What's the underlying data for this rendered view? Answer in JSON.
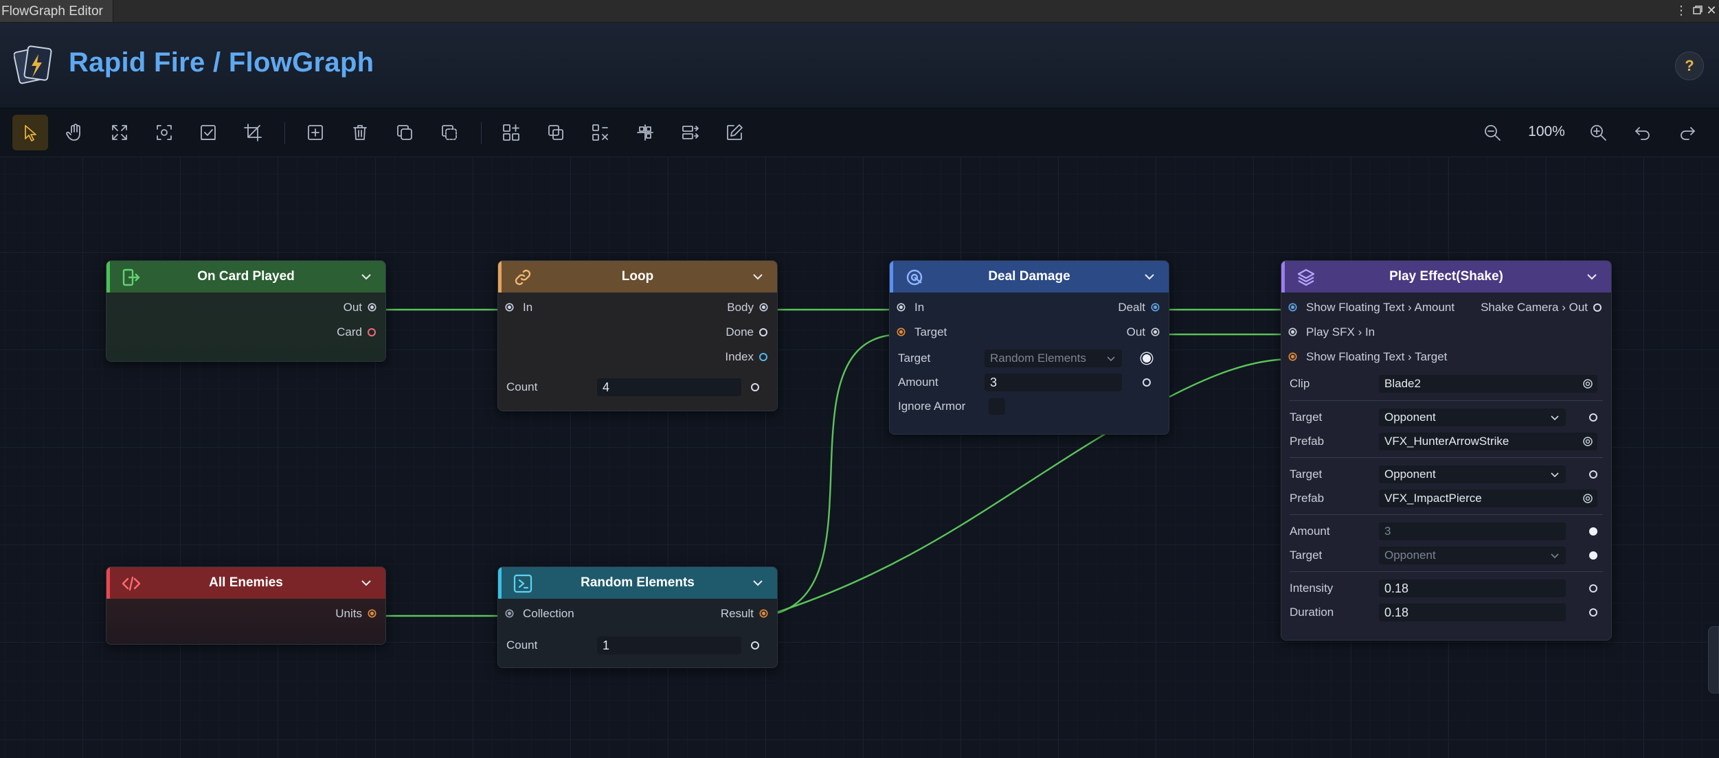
{
  "window": {
    "tab_title": "FlowGraph Editor",
    "menu_icon": "more-vert-icon",
    "restore_icon": "restore-icon",
    "close_icon": "close-icon"
  },
  "header": {
    "title": "Rapid Fire / FlowGraph",
    "help_label": "?"
  },
  "toolbar": {
    "zoom_level": "100%",
    "tools": [
      "select-icon",
      "hand-pan-icon",
      "fit-view-icon",
      "focus-icon",
      "checklist-icon",
      "crop-icon",
      "add-node-icon",
      "delete-icon",
      "duplicate-icon",
      "copy-icon",
      "group-icon",
      "ungroup-icon",
      "disconnect-icon",
      "align-icon",
      "distribute-icon",
      "edit-icon"
    ]
  },
  "colors": {
    "accent": "#5fa9f2",
    "wire": "#5cc45a",
    "active_tool": "#e6b23c"
  },
  "nodes": {
    "on_card_played": {
      "title": "On Card Played",
      "outputs": [
        "Out",
        "Card"
      ]
    },
    "loop": {
      "title": "Loop",
      "inputs": [
        "In"
      ],
      "outputs": [
        "Body",
        "Done",
        "Index"
      ],
      "count_label": "Count",
      "count_value": "4"
    },
    "deal_damage": {
      "title": "Deal Damage",
      "inputs": [
        "In",
        "Target"
      ],
      "outputs": [
        "Dealt",
        "Out"
      ],
      "target_label": "Target",
      "target_value": "Random Elements",
      "amount_label": "Amount",
      "amount_value": "3",
      "ignore_armor_label": "Ignore Armor"
    },
    "play_effect": {
      "title": "Play Effect(Shake)",
      "inputs": [
        "Show Floating Text › Amount",
        "Play SFX › In",
        "Show Floating Text › Target"
      ],
      "outputs": [
        "Shake Camera › Out"
      ],
      "clip_label": "Clip",
      "clip_value": "Blade2",
      "target1_label": "Target",
      "target1_value": "Opponent",
      "prefab1_label": "Prefab",
      "prefab1_value": "VFX_HunterArrowStrike",
      "target2_label": "Target",
      "target2_value": "Opponent",
      "prefab2_label": "Prefab",
      "prefab2_value": "VFX_ImpactPierce",
      "amount_label": "Amount",
      "amount_value": "3",
      "target3_label": "Target",
      "target3_value": "Opponent",
      "intensity_label": "Intensity",
      "intensity_value": "0.18",
      "duration_label": "Duration",
      "duration_value": "0.18"
    },
    "all_enemies": {
      "title": "All Enemies",
      "outputs": [
        "Units"
      ]
    },
    "random_elements": {
      "title": "Random Elements",
      "inputs": [
        "Collection"
      ],
      "outputs": [
        "Result"
      ],
      "count_label": "Count",
      "count_value": "1"
    }
  }
}
